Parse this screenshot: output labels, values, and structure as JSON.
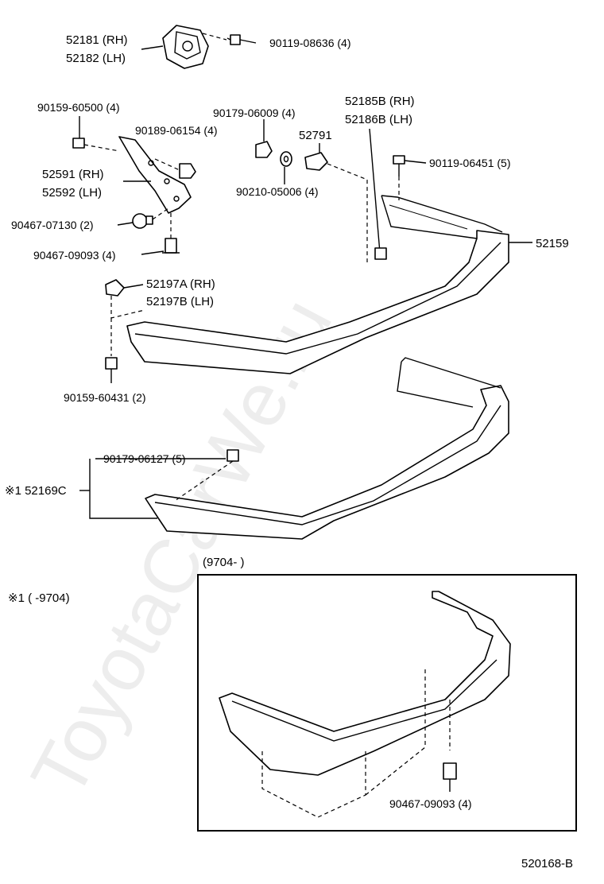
{
  "watermark": "ToyotaCarWe.ru",
  "inset_heading": "(9704-      )",
  "note": "※1 (      -9704)",
  "diagram_code": "520168-B",
  "labels": {
    "p52181": "52181 (RH)",
    "p52182": "52182 (LH)",
    "p90119_08636": "90119-08636 (4)",
    "p90159_60500": "90159-60500 (4)",
    "p90189_06154": "90189-06154 (4)",
    "p90179_06009": "90179-06009 (4)",
    "p52185B": "52185B (RH)",
    "p52186B": "52186B (LH)",
    "p52791": "52791",
    "p52591": "52591 (RH)",
    "p52592": "52592 (LH)",
    "p90119_06451": "90119-06451 (5)",
    "p90210_05006": "90210-05006 (4)",
    "p90467_07130": "90467-07130 (2)",
    "p52159": "52159",
    "p90467_09093": "90467-09093 (4)",
    "p52197A": "52197A (RH)",
    "p52197B": "52197B (LH)",
    "p90159_60431": "90159-60431 (2)",
    "p90179_06127": "90179-06127 (5)",
    "p52169C": "※1 52169C",
    "p90467_09093_inset": "90467-09093 (4)"
  }
}
